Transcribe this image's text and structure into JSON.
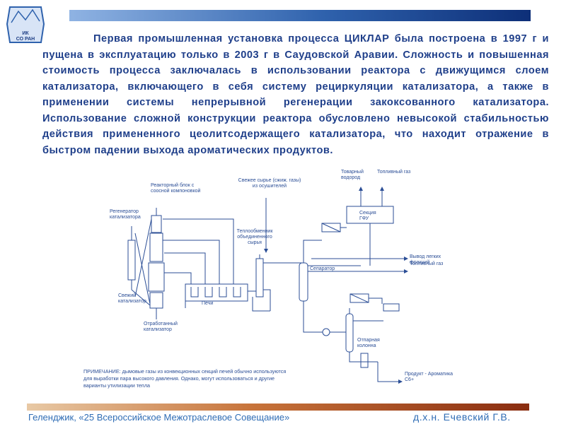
{
  "logo": {
    "line1": "ИК",
    "line2": "СО РАН"
  },
  "paragraph": "Первая промышленная установка процесса ЦИКЛАР была построена в 1997 г и пущена в эксплуатацию только в 2003 г в Саудовской Аравии. Сложность и повышенная стоимость процесса заключалась в использовании реактора с движущимся слоем катализатора, включающего в себя систему рециркуляции катализатора, а также в применении системы непрерывной регенерации закоксованного катализатора. Использование сложной конструкции реактора обусловлено невысокой стабильностью действия примененного цеолитсодержащего катализатора, что находит отражение в быстром падении выхода ароматических продуктов.",
  "diagram": {
    "reactor_block": "Реакторный блок с соосной компоновкой",
    "regenerator": "Регенератор катализатора",
    "fresh_catalyst": "Свежий катализатор",
    "spent_catalyst": "Отработанный катализатор",
    "furnaces": "Печи",
    "heat_exchanger": "Теплообменник объединенного сырья",
    "fresh_feed": "Свежее сырье (сжиж. газы) из осушителей",
    "commercial_hydrogen": "Товарный водород",
    "fuel_gas": "Топливный газ",
    "gfu_section": "Секция ГФУ",
    "separator": "Сепаратор",
    "light_fractions": "Вывод легких фракций",
    "fuel_gas_out": "Топливный газ",
    "stripping_column": "Отпарная колонна",
    "product": "Продукт - Ароматика C6+"
  },
  "note": {
    "heading": "ПРИМЕЧАНИЕ",
    "text": ": дымовые газы из конвекционных секций печей обычно используются для выработки пара высокого давления. Однако, могут использоваться и другие варианты утилизации тепла"
  },
  "footer": {
    "left": "Геленджик, «25 Всероссийское Межотраслевое Совещание»",
    "right": "д.х.н. Ечевский Г.В."
  },
  "colors": {
    "text": "#1f3f8a",
    "line": "#2b4e96",
    "topbar": "#1f4f9e",
    "bottombar": "#b45a2a"
  }
}
